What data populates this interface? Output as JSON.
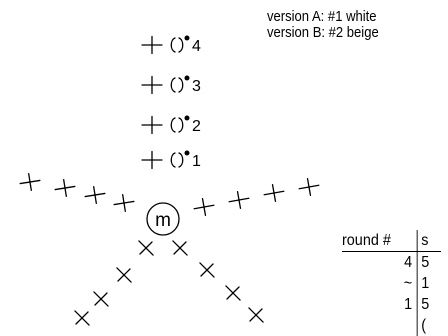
{
  "versions": [
    "version A: #1 white",
    "version B: #2 beige"
  ],
  "center_label": "m",
  "round_labels": [
    "4",
    "3",
    "2",
    "1"
  ],
  "table": {
    "headers": [
      "round #",
      "s"
    ],
    "rows": [
      {
        "round": "4",
        "value": "5"
      },
      {
        "round": "~",
        "value": "1"
      },
      {
        "round": "1",
        "value": "5"
      },
      {
        "round": "",
        "value": "("
      }
    ]
  },
  "colors": {
    "ink": "#000000",
    "background": "#ffffff"
  }
}
